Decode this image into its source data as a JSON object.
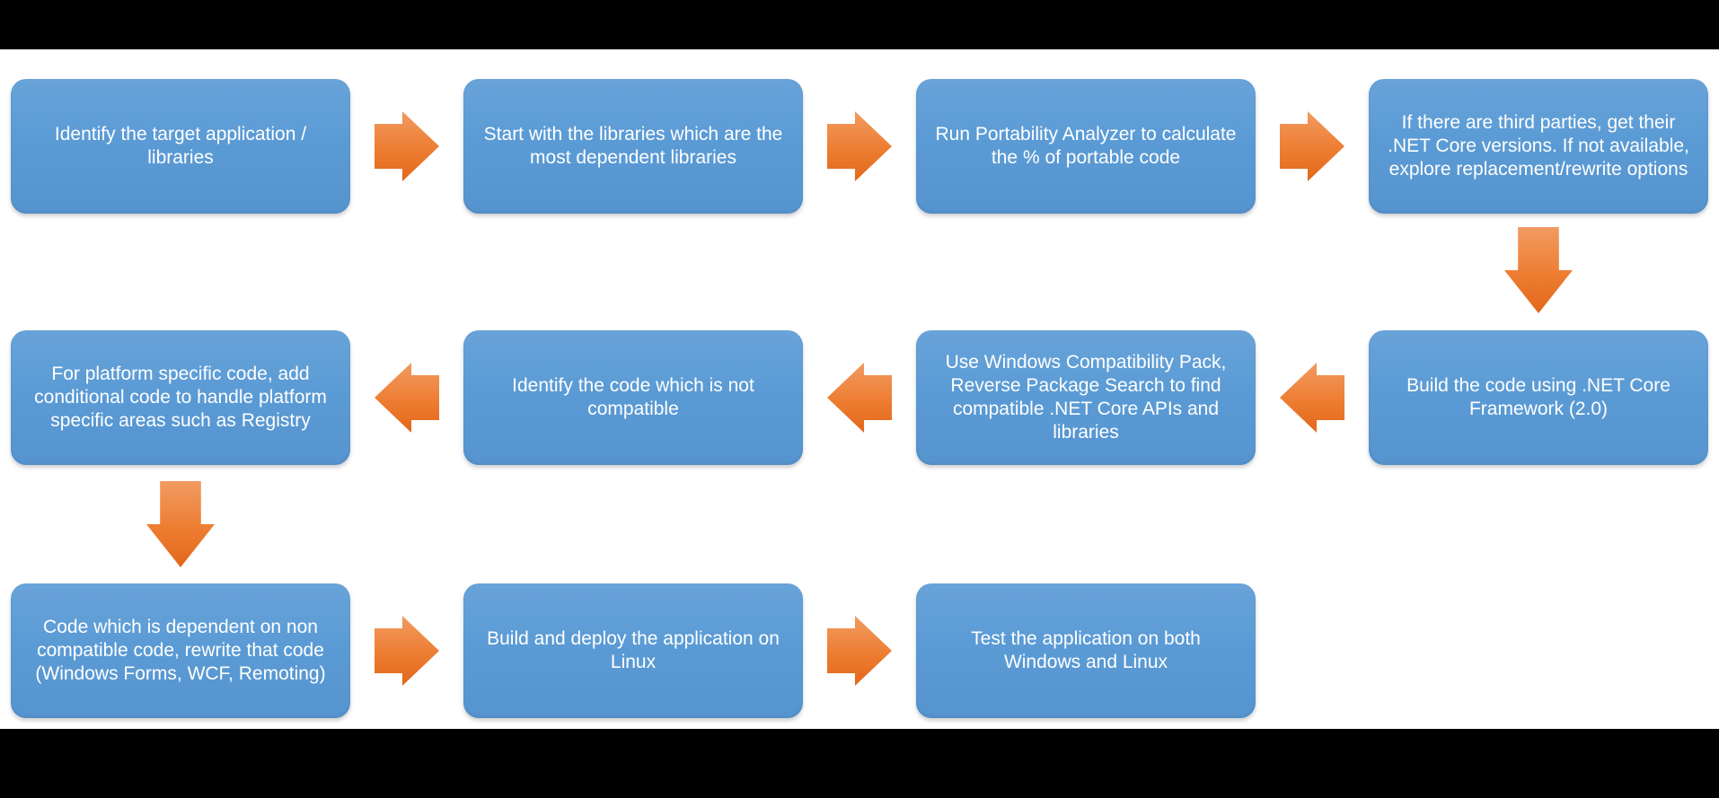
{
  "slide": {
    "type": "process-flow-diagram",
    "letterbox_color": "#000000",
    "canvas_color": "#FFFFFF",
    "shape_fill_color": "#5B9BD5",
    "arrow_fill_color": "#ED7D31",
    "text_color": "#FFFFFF"
  },
  "steps": [
    {
      "id": 1,
      "text": "Identify the target application / libraries"
    },
    {
      "id": 2,
      "text": "Start with the libraries which are the most dependent libraries"
    },
    {
      "id": 3,
      "text": "Run Portability Analyzer to calculate the % of portable code"
    },
    {
      "id": 4,
      "text": "If there are third parties, get their .NET Core versions. If not available, explore replacement/rewrite options"
    },
    {
      "id": 5,
      "text": "Build the code using .NET Core Framework (2.0)"
    },
    {
      "id": 6,
      "text": "Use Windows Compatibility Pack, Reverse Package Search to find compatible .NET Core APIs and libraries"
    },
    {
      "id": 7,
      "text": "Identify the code which is not compatible"
    },
    {
      "id": 8,
      "text": "For platform specific code, add conditional code to handle platform specific areas such as Registry"
    },
    {
      "id": 9,
      "text": "Code which is dependent on non compatible code, rewrite that code (Windows Forms, WCF, Remoting)"
    },
    {
      "id": 10,
      "text": "Build and deploy the application on Linux"
    },
    {
      "id": 11,
      "text": "Test the application on both Windows and Linux"
    }
  ],
  "connectors": [
    {
      "from": 1,
      "to": 2,
      "direction": "right"
    },
    {
      "from": 2,
      "to": 3,
      "direction": "right"
    },
    {
      "from": 3,
      "to": 4,
      "direction": "right"
    },
    {
      "from": 4,
      "to": 5,
      "direction": "down"
    },
    {
      "from": 5,
      "to": 6,
      "direction": "left"
    },
    {
      "from": 6,
      "to": 7,
      "direction": "left"
    },
    {
      "from": 7,
      "to": 8,
      "direction": "left"
    },
    {
      "from": 8,
      "to": 9,
      "direction": "down"
    },
    {
      "from": 9,
      "to": 10,
      "direction": "right"
    },
    {
      "from": 10,
      "to": 11,
      "direction": "right"
    }
  ]
}
